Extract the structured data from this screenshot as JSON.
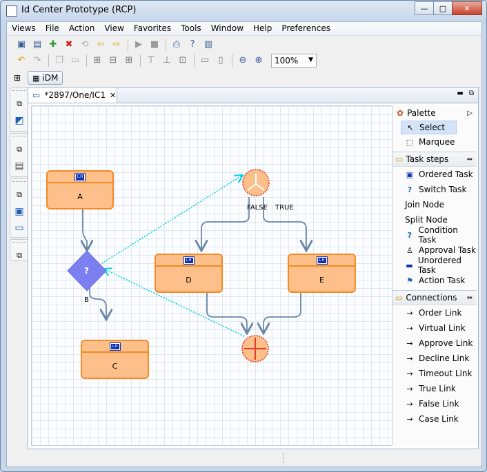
{
  "window": {
    "title": "Id Center Prototype (RCP)",
    "controls": {
      "minimize": "—",
      "maximize": "□",
      "close": "✕"
    }
  },
  "menu": [
    "Views",
    "File",
    "Action",
    "View",
    "Favorites",
    "Tools",
    "Window",
    "Help",
    "Preferences"
  ],
  "toolbar": {
    "zoom": "100%"
  },
  "perspective": {
    "label": "iDM"
  },
  "editor": {
    "tab": "*2897/One/IC1"
  },
  "diagram": {
    "nodes": {
      "a": "A",
      "c": "C",
      "d": "D",
      "e": "E"
    },
    "badge": "L.H",
    "condition_label": "B",
    "condition_symbol": "?",
    "false_label": "FALSE",
    "true_label": "TRUE"
  },
  "palette": {
    "title": "Palette",
    "tools": [
      "Select",
      "Marquee"
    ],
    "drawers": [
      {
        "title": "Task steps",
        "items": [
          "Ordered Task",
          "Switch Task",
          "Join Node",
          "Split Node",
          "Condition Task",
          "Approval Task",
          "Unordered Task",
          "Action Task"
        ]
      },
      {
        "title": "Connections",
        "items": [
          "Order Link",
          "Virtual Link",
          "Approve Link",
          "Decline Link",
          "Timeout Link",
          "True Link",
          "False Link",
          "Case Link"
        ]
      }
    ]
  },
  "colors": {
    "node_fill": "#fdc08a",
    "node_border": "#f28a26",
    "condition_fill": "#7b7ff0",
    "virtual_link": "#00d0e0",
    "link": "#6b86a8"
  }
}
